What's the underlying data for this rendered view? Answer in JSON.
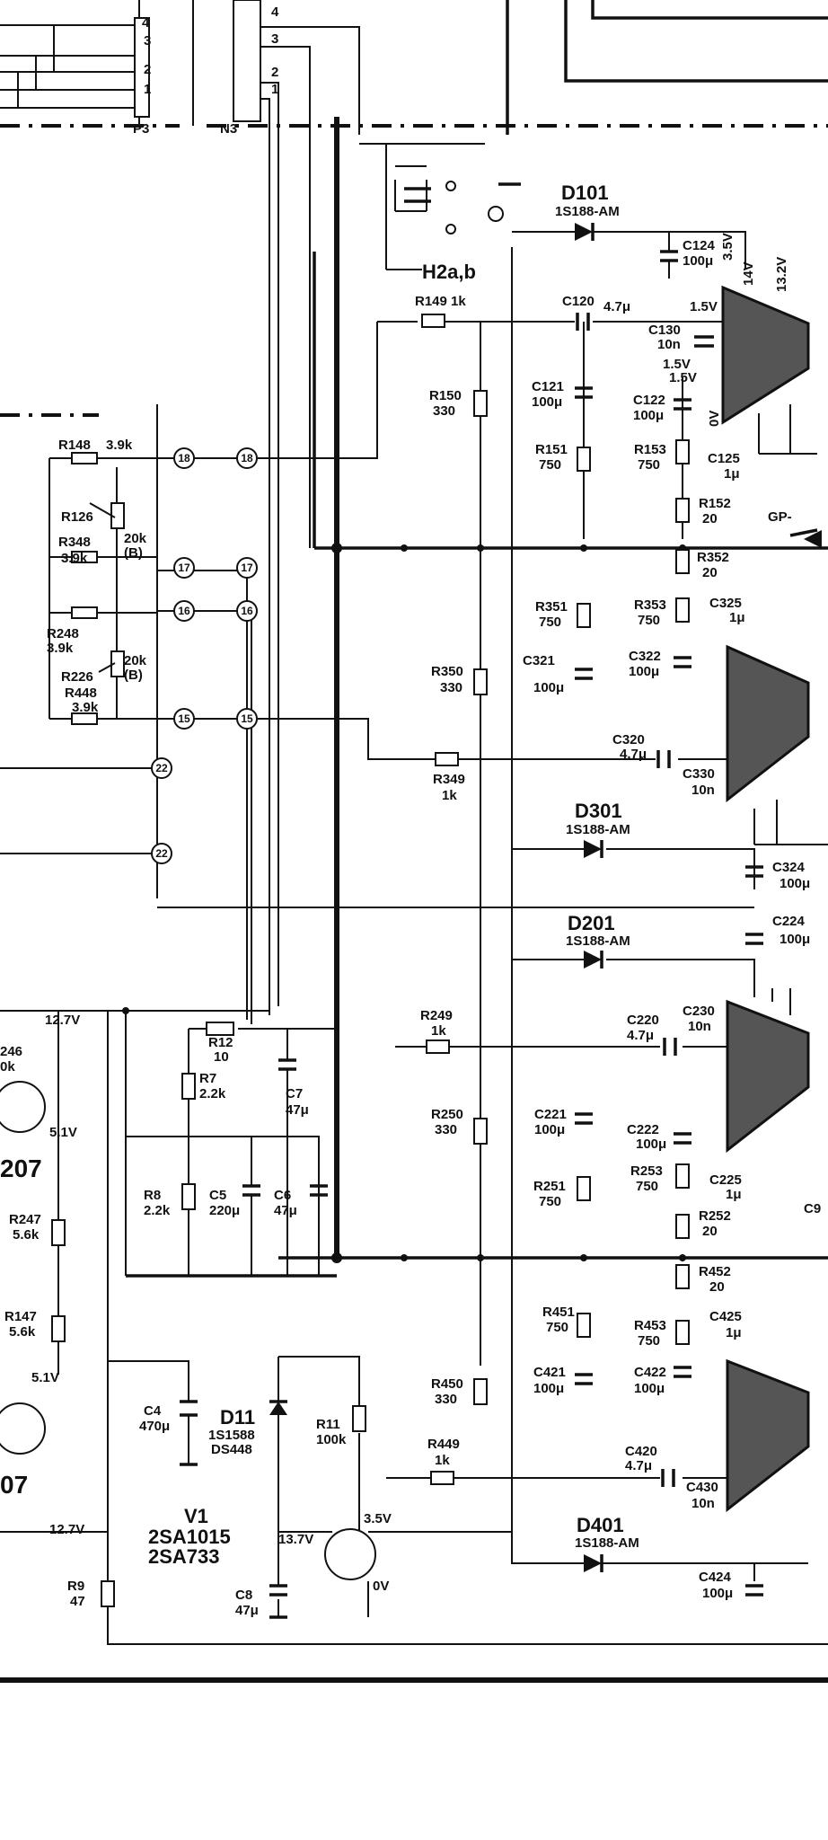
{
  "connectors": {
    "p3": "P3",
    "n3": "N3",
    "pins_left": [
      "4",
      "3",
      "2",
      "1"
    ],
    "pins_right": [
      "4",
      "3",
      "2",
      "1"
    ]
  },
  "header": {
    "h2": "H2a,b"
  },
  "diodes": {
    "d101": {
      "name": "D101",
      "part": "1S188-AM"
    },
    "d301": {
      "name": "D301",
      "part": "1S188-AM"
    },
    "d201": {
      "name": "D201",
      "part": "1S188-AM"
    },
    "d401": {
      "name": "D401",
      "part": "1S188-AM"
    },
    "d11": {
      "name": "D11",
      "part": "1S1588",
      "part2": "DS448"
    },
    "gp": "GP-"
  },
  "left_network": {
    "r148": "R148",
    "r148v": "3.9k",
    "r126": "R126",
    "r348": "R348",
    "r348v": "3.9k",
    "pot1": "20k",
    "pot1b": "(B)",
    "r248": "R248",
    "r248v": "3.9k",
    "r226": "R226",
    "pot2": "20k",
    "pot2b": "(B)",
    "r448": "R448",
    "r448v": "3.9k"
  },
  "terminals": {
    "t18": "18",
    "t17": "17",
    "t16": "16",
    "t15": "15",
    "t22": "22"
  },
  "ch1": {
    "r149": "R149 1k",
    "c120": "C120",
    "c120v": "4.7μ",
    "c124": "C124",
    "c124v": "100μ",
    "v35": "3.5V",
    "c130": "C130",
    "c130v": "10n",
    "v15a": "1.5V",
    "v15b": "1.5V",
    "v15c": "1.5V",
    "r150": "R150",
    "r150v": "330",
    "c121": "C121",
    "c121v": "100μ",
    "c122": "C122",
    "c122v": "100μ",
    "v0": "0V",
    "r151": "R151",
    "r151v": "750",
    "r153": "R153",
    "r153v": "750",
    "c125": "C125",
    "c125v": "1μ",
    "r152": "R152",
    "r152v": "20",
    "v14": "14V",
    "v132": "13.2V"
  },
  "ch3": {
    "r352": "R352",
    "r352v": "20",
    "r351": "R351",
    "r351v": "750",
    "r353": "R353",
    "r353v": "750",
    "c325": "C325",
    "c325v": "1μ",
    "r350": "R350",
    "r350v": "330",
    "c321": "C321",
    "c321v": "100μ",
    "c322": "C322",
    "c322v": "100μ",
    "c320": "C320",
    "c320v": "4.7μ",
    "c330": "C330",
    "c330v": "10n",
    "r349": "R349",
    "r349v": "1k",
    "c324": "C324",
    "c324v": "100μ",
    "c224": "C224",
    "c224v": "100μ"
  },
  "ch2": {
    "r249": "R249",
    "r249v": "1k",
    "c220": "C220",
    "c220v": "4.7μ",
    "c230": "C230",
    "c230v": "10n",
    "r250": "R250",
    "r250v": "330",
    "c221": "C221",
    "c221v": "100μ",
    "c222": "C222",
    "c222v": "100μ",
    "r251": "R251",
    "r251v": "750",
    "r253": "R253",
    "r253v": "750",
    "c225": "C225",
    "c225v": "1μ",
    "r252": "R252",
    "r252v": "20",
    "c9": "C9"
  },
  "ch4": {
    "r452": "R452",
    "r452v": "20",
    "r451": "R451",
    "r451v": "750",
    "r453": "R453",
    "r453v": "750",
    "c425": "C425",
    "c425v": "1μ",
    "r450": "R450",
    "r450v": "330",
    "c421": "C421",
    "c421v": "100μ",
    "c422": "C422",
    "c422v": "100μ",
    "c420": "C420",
    "c420v": "4.7μ",
    "c430": "C430",
    "c430v": "10n",
    "r449": "R449",
    "r449v": "1k",
    "c424": "C424",
    "c424v": "100μ"
  },
  "power": {
    "v127a": "12.7V",
    "v127b": "12.7V",
    "r12": "R12",
    "r12v": "10",
    "r7": "R7",
    "r7v": "2.2k",
    "c7": "C7",
    "c7v": "47μ",
    "r8": "R8",
    "r8v": "2.2k",
    "c5": "C5",
    "c5v": "220μ",
    "c6": "C6",
    "c6v": "47μ",
    "r246": "246",
    "r246v": "0k",
    "v51a": "5.1V",
    "v51b": "5.1V",
    "q207a": "207",
    "q207b": "07",
    "r247": "R247",
    "r247v": "5.6k",
    "r147": "R147",
    "r147v": "5.6k",
    "c4": "C4",
    "c4v": "470μ",
    "r11": "R11",
    "r11v": "100k",
    "v1": "V1",
    "v1a": "2SA1015",
    "v1b": "2SA733",
    "v137": "13.7V",
    "v35": "3.5V",
    "v0": "0V",
    "c8": "C8",
    "c8v": "47μ",
    "r9": "R9",
    "r9v": "47"
  },
  "colors": {
    "ink": "#111111",
    "paper": "#ffffff",
    "ic_fill": "#555555"
  }
}
